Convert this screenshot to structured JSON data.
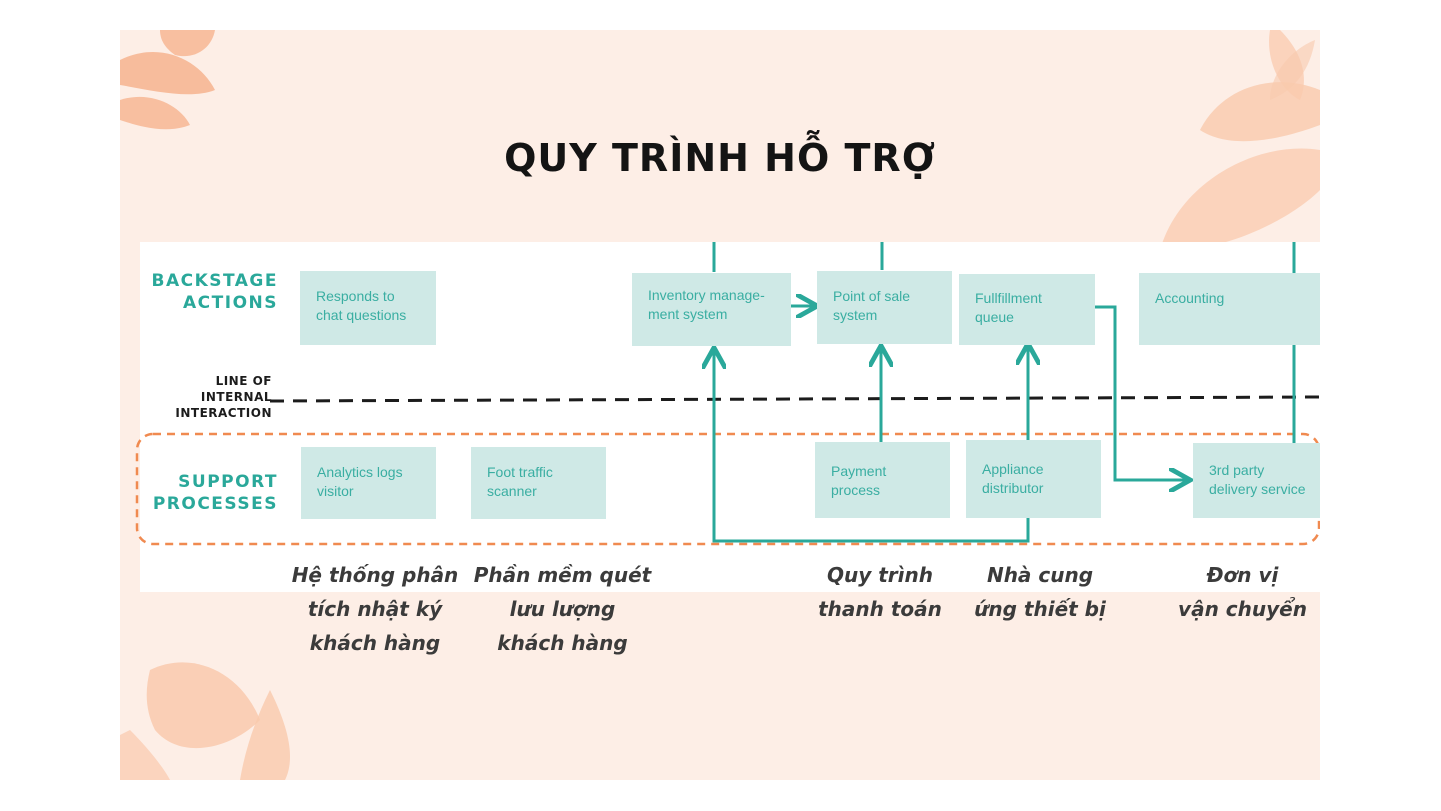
{
  "title": "QUY TRÌNH HỖ TRỢ",
  "lanes": {
    "backstage": "BACKSTAGE\nACTIONS",
    "line_of_interaction": "LINE OF\nINTERNAL\nINTERACTION",
    "support": "SUPPORT\nPROCESSES"
  },
  "backstage_boxes": [
    "Responds to\nchat questions",
    "Inventory manage-\nment system",
    "Point of sale\nsystem",
    "Fullfillment\nqueue",
    "Accounting"
  ],
  "support_boxes": [
    "Analytics logs\nvisitor",
    "Foot traffic\nscanner",
    "Payment\nprocess",
    "Appliance\ndistributor",
    "3rd party\ndelivery service"
  ],
  "captions": [
    "Hệ thống phân\ntích nhật ký\nkhách hàng",
    "Phần mềm quét\nlưu lượng\nkhách hàng",
    "Quy trình\nthanh toán",
    "Nhà cung\nứng thiết bị",
    "Đơn vị\nvận chuyển"
  ],
  "colors": {
    "background": "#fdeee6",
    "decoration": "#f6b38e",
    "teal": "#2aa89a",
    "box_fill": "#cfe9e6",
    "dashed_orange": "#f08a50"
  }
}
